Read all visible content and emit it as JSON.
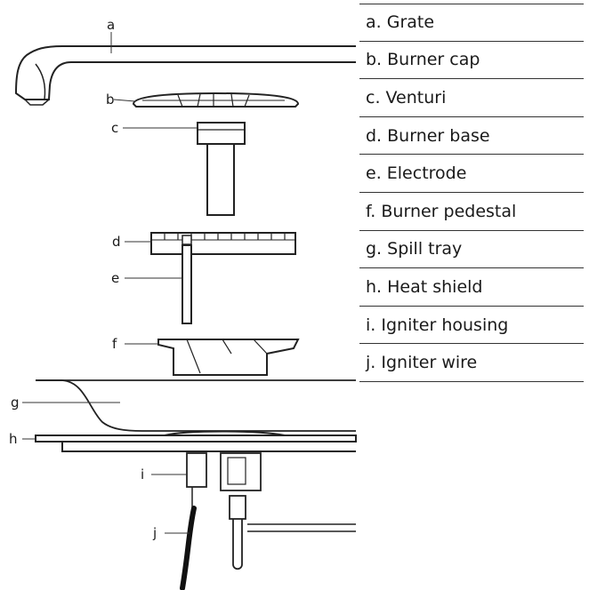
{
  "callouts": {
    "a": "a",
    "b": "b",
    "c": "c",
    "d": "d",
    "e": "e",
    "f": "f",
    "g": "g",
    "h": "h",
    "i": "i",
    "j": "j"
  },
  "legend": [
    "a. Grate",
    "b. Burner cap",
    "c. Venturi",
    "d. Burner base",
    "e. Electrode",
    "f. Burner pedestal",
    "g. Spill tray",
    "h. Heat shield",
    "i. Igniter housing",
    "j. Igniter wire"
  ]
}
